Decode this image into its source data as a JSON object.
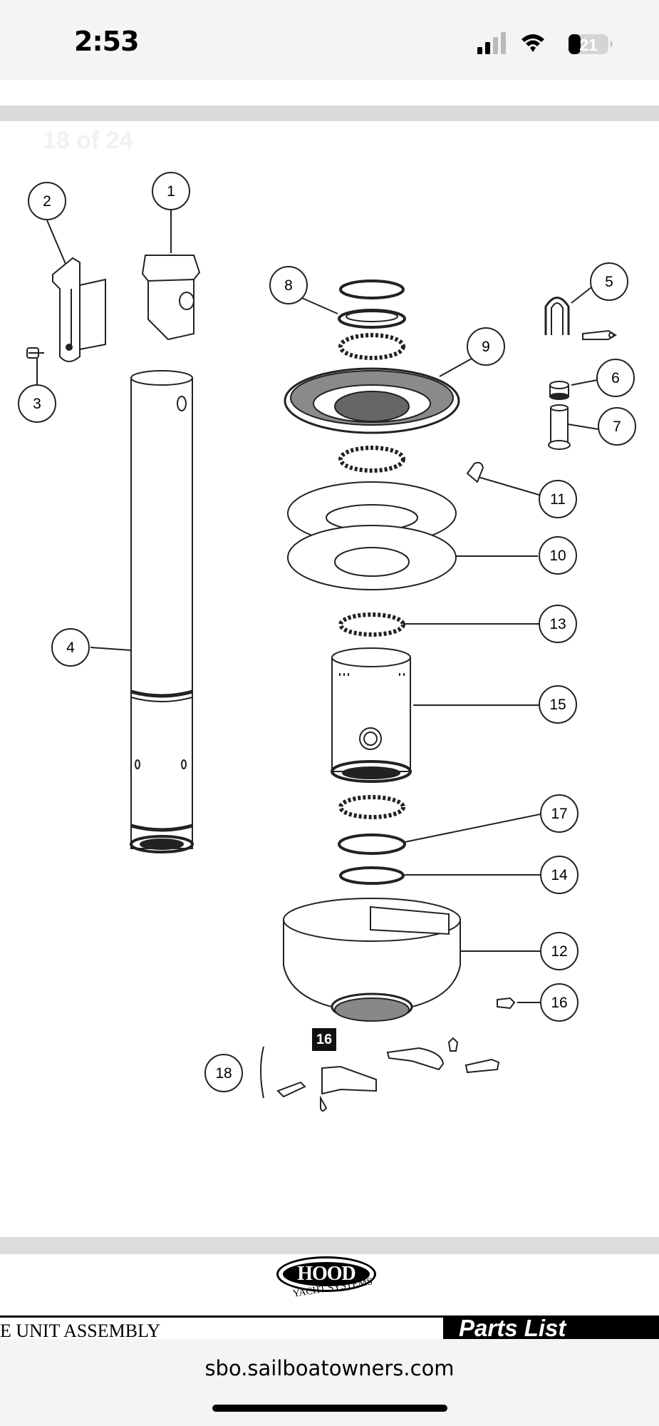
{
  "status_bar": {
    "time": "2:53",
    "battery_level": "21",
    "icons": [
      "signal-icon",
      "wifi-icon",
      "battery-icon"
    ]
  },
  "document": {
    "page_counter": "18 of 24",
    "page_number": "16",
    "callouts": [
      "1",
      "2",
      "3",
      "4",
      "5",
      "6",
      "7",
      "8",
      "9",
      "10",
      "11",
      "12",
      "13",
      "14",
      "15",
      "16",
      "17",
      "18"
    ],
    "brand": "HOOD",
    "brand_sub": "YACHT SYSTEMS",
    "assembly_title": "E UNIT ASSEMBLY",
    "parts_list": "Parts List"
  },
  "browser": {
    "url": "sbo.sailboatowners.com"
  }
}
